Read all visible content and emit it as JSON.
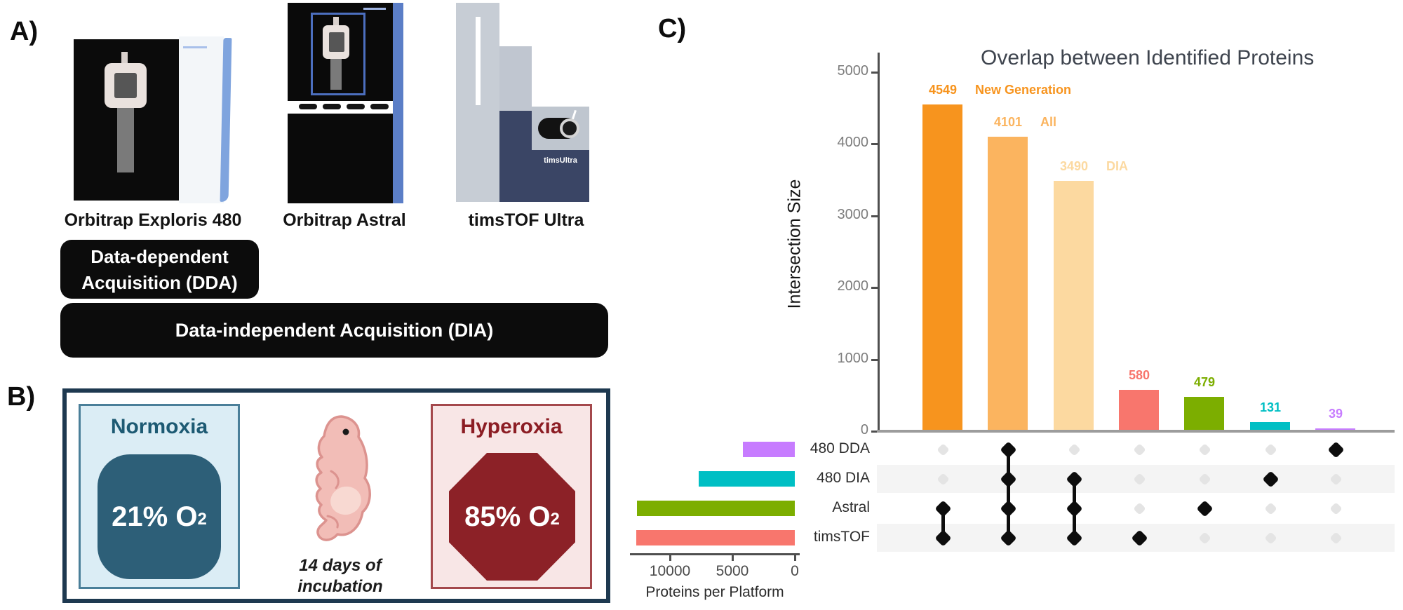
{
  "figure": {
    "panelA": {
      "label": "A)",
      "instruments": [
        {
          "name": "Orbitrap Exploris 480"
        },
        {
          "name": "Orbitrap Astral"
        },
        {
          "name": "timsTOF Ultra",
          "badge": "timsUltra"
        }
      ],
      "dda_badge": {
        "line1": "Data-dependent",
        "line2": "Acquisition (DDA)"
      },
      "dia_badge": {
        "label": "Data-independent Acquisition (DIA)"
      }
    },
    "panelB": {
      "label": "B)",
      "normoxia": {
        "title": "Normoxia",
        "value": "21% O",
        "value_sub": "2"
      },
      "hyperoxia": {
        "title": "Hyperoxia",
        "value": "85% O",
        "value_sub": "2"
      },
      "incubation": {
        "line1": "14 days of",
        "line2": "incubation"
      }
    },
    "panelC": {
      "label": "C)"
    }
  },
  "chart_data": {
    "type": "upset",
    "title": "Overlap between Identified Proteins",
    "ylabel": "Intersection Size",
    "ylim": [
      0,
      5000
    ],
    "y_ticks": [
      0,
      1000,
      2000,
      3000,
      4000,
      5000
    ],
    "grid": false,
    "colors": {
      "dark_orange": "#F7941E",
      "mid_orange": "#FBB45F",
      "pale_orange": "#FCD9A0",
      "salmon": "#F8766D",
      "green": "#7CAE00",
      "cyan": "#00BFC4",
      "purple": "#C77CFF"
    },
    "sets": [
      {
        "label": "480 DDA",
        "size_estimate": 4140,
        "color": "#C77CFF"
      },
      {
        "label": "480 DIA",
        "size_estimate": 7720,
        "color": "#00BFC4"
      },
      {
        "label": "Astral",
        "size_estimate": 12620,
        "color": "#7CAE00"
      },
      {
        "label": "timsTOF",
        "size_estimate": 12720,
        "color": "#F8766D"
      }
    ],
    "set_axis": {
      "label": "Proteins per Platform",
      "ticks": [
        10000,
        5000,
        0
      ]
    },
    "intersections": [
      {
        "value": 4549,
        "annotation": "New Generation",
        "color": "#F7941E",
        "members": [
          "Astral",
          "timsTOF"
        ]
      },
      {
        "value": 4101,
        "annotation": "All",
        "color": "#FBB45F",
        "members": [
          "480 DDA",
          "480 DIA",
          "Astral",
          "timsTOF"
        ]
      },
      {
        "value": 3490,
        "annotation": "DIA",
        "color": "#FCD9A0",
        "members": [
          "480 DIA",
          "Astral",
          "timsTOF"
        ]
      },
      {
        "value": 580,
        "annotation": "",
        "color": "#F8766D",
        "members": [
          "timsTOF"
        ]
      },
      {
        "value": 479,
        "annotation": "",
        "color": "#7CAE00",
        "members": [
          "Astral"
        ]
      },
      {
        "value": 131,
        "annotation": "",
        "color": "#00BFC4",
        "members": [
          "480 DIA"
        ]
      },
      {
        "value": 39,
        "annotation": "",
        "color": "#C77CFF",
        "members": [
          "480 DDA"
        ]
      }
    ]
  }
}
